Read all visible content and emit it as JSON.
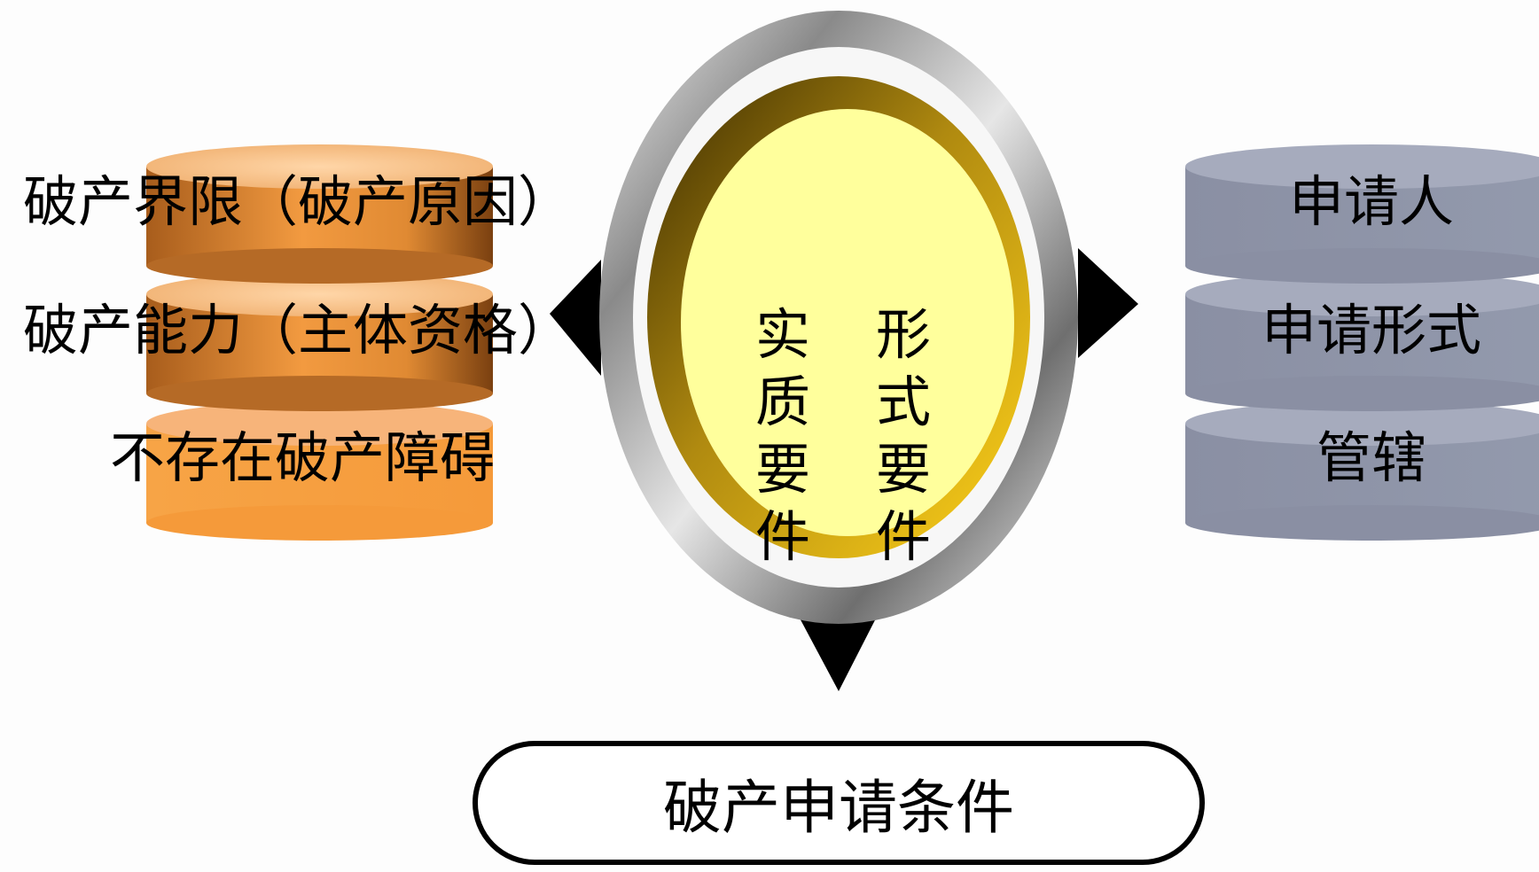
{
  "colors": {
    "orange_stack": "#f59a3a",
    "gray_stack": "#8e93a8",
    "inner_ellipse": "#ffff9c",
    "gold_ring": "#d9a800",
    "silver_ring": "#b5b5b5",
    "arrow": "#000000"
  },
  "left_stack": {
    "items": [
      {
        "label": "破产界限（破产原因）"
      },
      {
        "label": "破产能力（主体资格）"
      },
      {
        "label": "不存在破产障碍"
      }
    ]
  },
  "right_stack": {
    "items": [
      {
        "label": "申请人"
      },
      {
        "label": "申请形式"
      },
      {
        "label": "管辖"
      }
    ]
  },
  "center": {
    "substantive": "实质要件",
    "formal": "形式要件"
  },
  "title": "破产申请条件"
}
